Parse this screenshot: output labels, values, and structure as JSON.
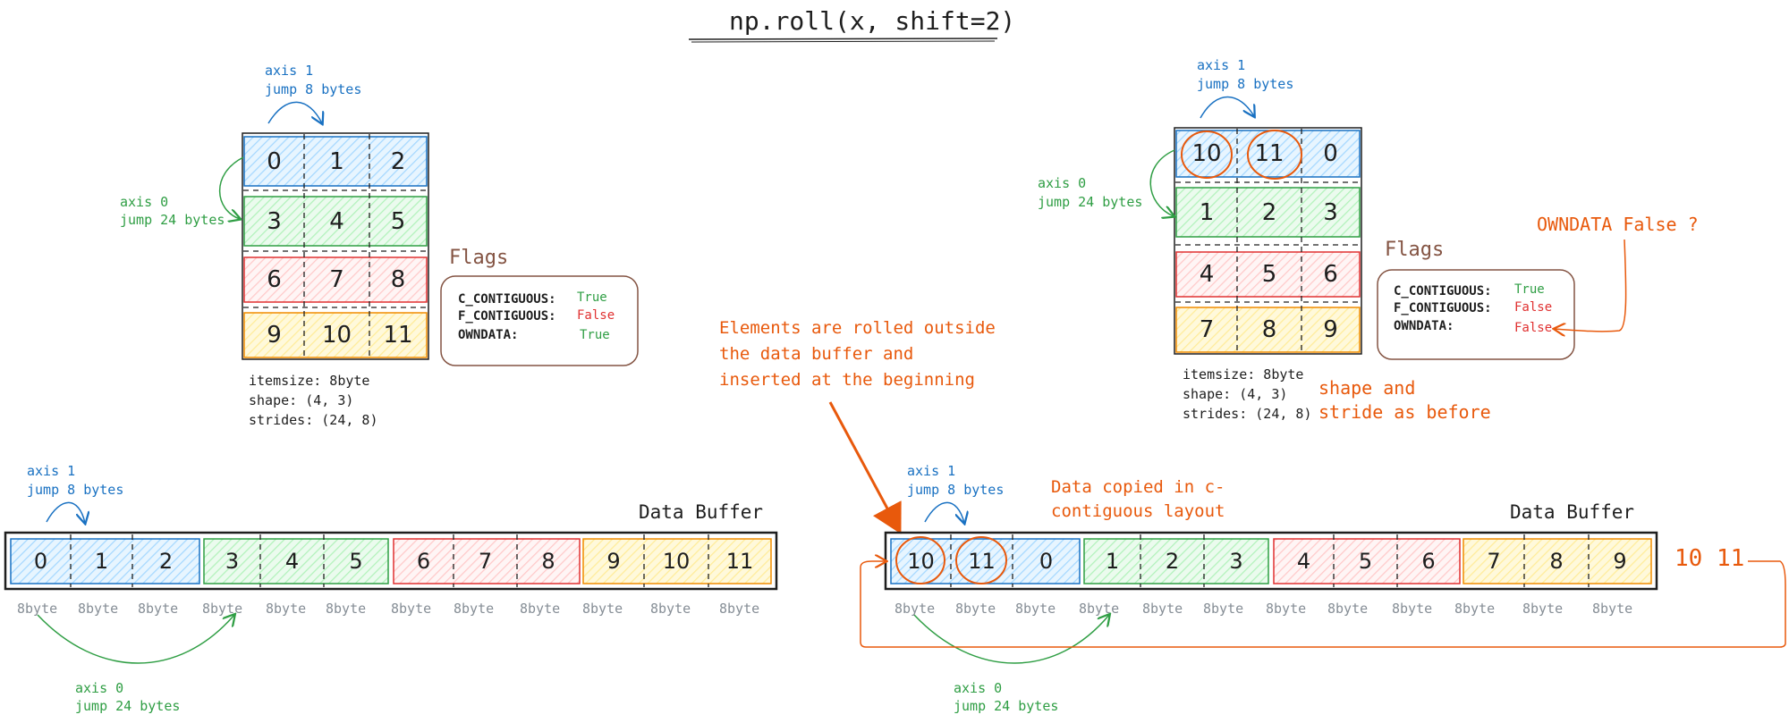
{
  "title": "np.roll(x, shift=2)",
  "left": {
    "axis1": [
      "axis 1",
      "jump 8 bytes"
    ],
    "axis0": [
      "axis 0",
      "jump 24 bytes"
    ],
    "matrix": [
      [
        "0",
        "1",
        "2"
      ],
      [
        "3",
        "4",
        "5"
      ],
      [
        "6",
        "7",
        "8"
      ],
      [
        "9",
        "10",
        "11"
      ]
    ],
    "flags_title": "Flags",
    "flags": [
      {
        "key": "C_CONTIGUOUS:",
        "value": "True"
      },
      {
        "key": "F_CONTIGUOUS:",
        "value": "False"
      },
      {
        "key": "OWNDATA:",
        "value": "True"
      }
    ],
    "meta": [
      "itemsize: 8byte",
      "shape: (4, 3)",
      "strides: (24, 8)"
    ]
  },
  "right": {
    "axis1": [
      "axis 1",
      "jump 8 bytes"
    ],
    "axis0": [
      "axis 0",
      "jump 24 bytes"
    ],
    "matrix": [
      [
        "10",
        "11",
        "0"
      ],
      [
        "1",
        "2",
        "3"
      ],
      [
        "4",
        "5",
        "6"
      ],
      [
        "7",
        "8",
        "9"
      ]
    ],
    "flags_title": "Flags",
    "flags": [
      {
        "key": "C_CONTIGUOUS:",
        "value": "True"
      },
      {
        "key": "F_CONTIGUOUS:",
        "value": "False"
      },
      {
        "key": "OWNDATA:",
        "value": "False"
      }
    ],
    "meta": [
      "itemsize: 8byte",
      "shape: (4, 3)",
      "strides: (24, 8)"
    ],
    "owndata_note": "OWNDATA False ?",
    "shape_note": [
      "shape and",
      "stride as before"
    ]
  },
  "annotation_rolled": [
    "Elements are rolled outside",
    "the data buffer and",
    "inserted at the beginning"
  ],
  "annotation_copied": [
    "Data copied in c-",
    "contiguous layout"
  ],
  "buffer_left": {
    "title": "Data Buffer",
    "axis1": [
      "axis 1",
      "jump 8 bytes"
    ],
    "axis0": [
      "axis 0",
      "jump 24 bytes"
    ],
    "values": [
      "0",
      "1",
      "2",
      "3",
      "4",
      "5",
      "6",
      "7",
      "8",
      "9",
      "10",
      "11"
    ],
    "size_label": "8byte"
  },
  "buffer_right": {
    "title": "Data Buffer",
    "axis1": [
      "axis 1",
      "jump 8 bytes"
    ],
    "axis0": [
      "axis 0",
      "jump 24 bytes"
    ],
    "values": [
      "10",
      "11",
      "0",
      "1",
      "2",
      "3",
      "4",
      "5",
      "6",
      "7",
      "8",
      "9"
    ],
    "size_label": "8byte",
    "overflow": "10  11"
  },
  "colors": {
    "blue_fill": "#a5d8ff",
    "blue_stroke": "#1971c2",
    "green_fill": "#b2f2bb",
    "green_stroke": "#2f9e44",
    "red_fill": "#ffc9c9",
    "red_stroke": "#e03131",
    "yellow_fill": "#ffec99",
    "yellow_stroke": "#f08c00",
    "orange": "#e8590c"
  }
}
